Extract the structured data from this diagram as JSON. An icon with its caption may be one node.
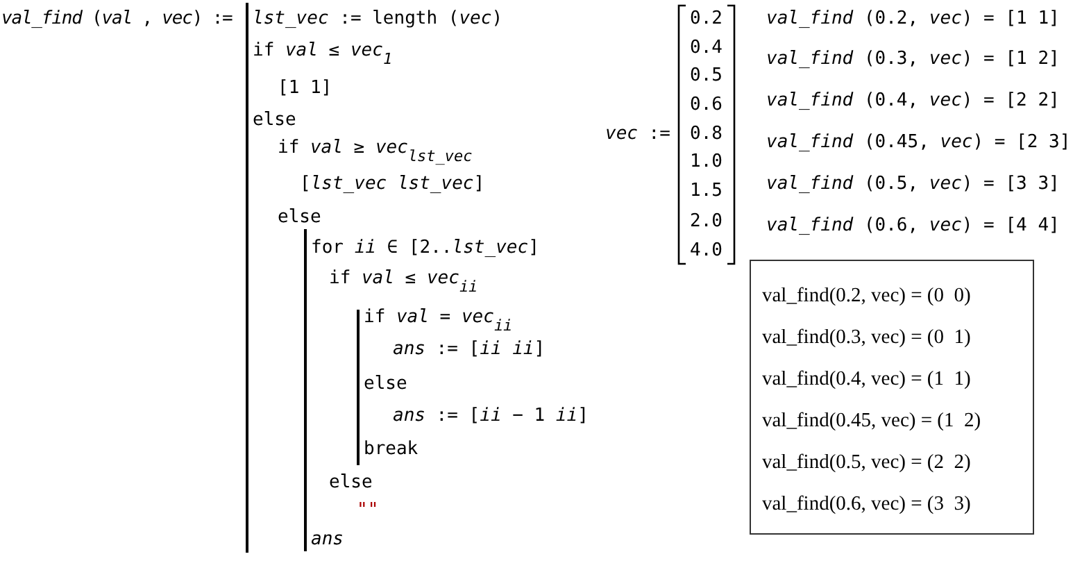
{
  "diagram": {
    "nodes": [
      {
        "text": [
          "val_find(0.2, vec) = (0  0)",
          "val_find(0.3, vec) = (0  1)",
          "val_find(0.4, vec) = (1  1)",
          "val_find(0.45, vec) = (1  2)",
          "val_find(0.5, vec) = (2  2)",
          "val_find(0.6, vec) = (3  3)"
        ]
      }
    ],
    "labels": [
      "*val_find* (*val* , *vec*) :=",
      "*lst_vec* := length (*vec*)",
      "if *val* ≤ *vec*$_{1}$",
      "[1 1]",
      "else",
      "if *val* ≥ *vec*$_{lst_vec}$",
      "[*lst_vec* *lst_vec*]",
      "else",
      "for *ii* ∈ [2..*lst_vec*]",
      "if *val* ≤ *vec*$_{ii}$",
      "if *val* = *vec*$_{ii}$",
      "*ans* := [*ii* *ii*]",
      "else",
      "*ans* := [*ii* − 1 *ii*]",
      "break",
      "else",
      "\"\"",
      "*ans*",
      "*vec* :=",
      "0.2",
      "0.4",
      "0.5",
      "0.6",
      "0.8",
      "1.0",
      "1.5",
      "2.0",
      "4.0",
      "*val_find* (0.2, *vec*) = [1 1]",
      "*val_find* (0.3, *vec*) = [1 2]",
      "*val_find* (0.4, *vec*) = [2 2]",
      "*val_find* (0.45, *vec*) = [2 3]",
      "*val_find* (0.5, *vec*) = [3 3]",
      "*val_find* (0.6, *vec*) = [4 4]"
    ]
  }
}
